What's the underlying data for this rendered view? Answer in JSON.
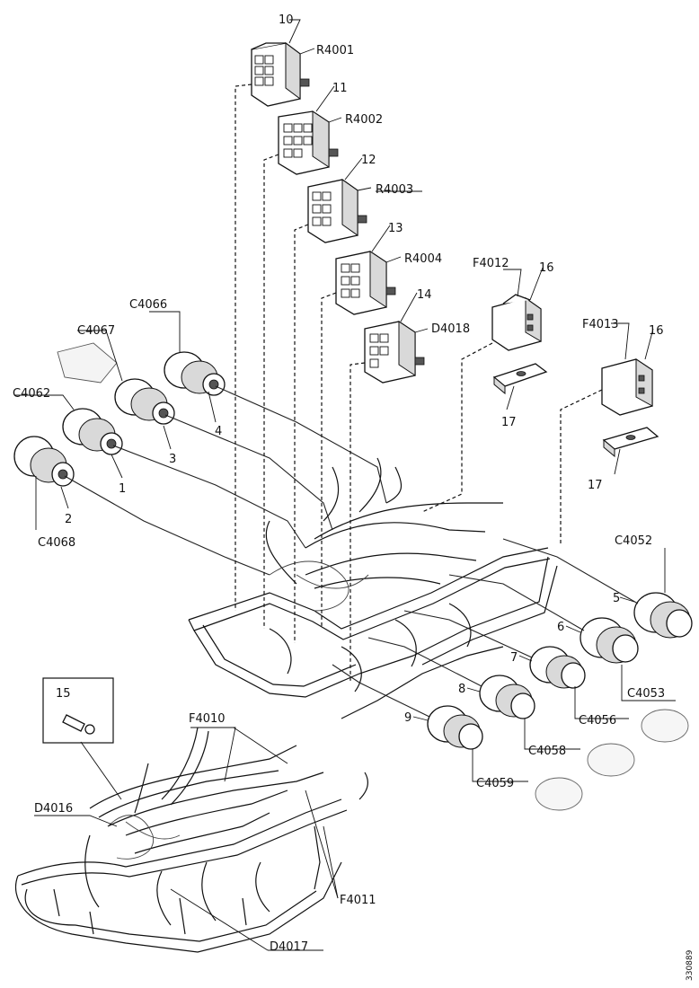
{
  "labels": {
    "R4001": "R4001",
    "R4002": "R4002",
    "R4003": "R4003",
    "R4004": "R4004",
    "F4012": "F4012",
    "F4013": "F4013",
    "D4018": "D4018",
    "C4066": "C4066",
    "C4067": "C4067",
    "C4062": "C4062",
    "C4068": "C4068",
    "C4052": "C4052",
    "C4053": "C4053",
    "C4056": "C4056",
    "C4058": "C4058",
    "C4059": "C4059",
    "F4010": "F4010",
    "D4016": "D4016",
    "F4011": "F4011",
    "D4017": "D4017"
  },
  "callouts": {
    "n1": "1",
    "n2": "2",
    "n3": "3",
    "n4": "4",
    "n5": "5",
    "n6": "6",
    "n7": "7",
    "n8": "8",
    "n9": "9",
    "n10": "10",
    "n11": "11",
    "n12": "12",
    "n13": "13",
    "n14": "14",
    "n15": "15",
    "n16a": "16",
    "n16b": "16",
    "n17a": "17",
    "n17b": "17"
  },
  "figure_id": "330889"
}
